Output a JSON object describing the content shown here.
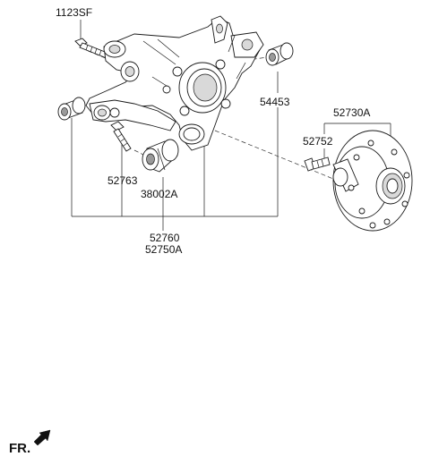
{
  "labels": {
    "bolt_top": "1123SF",
    "bushing_right": "54453",
    "hub_assembly": "52730A",
    "hub_bolt": "52752",
    "bolt_lower": "52763",
    "bushing_center": "38002A",
    "knuckle_1": "52760",
    "knuckle_2": "52750A"
  },
  "fr": {
    "label": "FR."
  }
}
